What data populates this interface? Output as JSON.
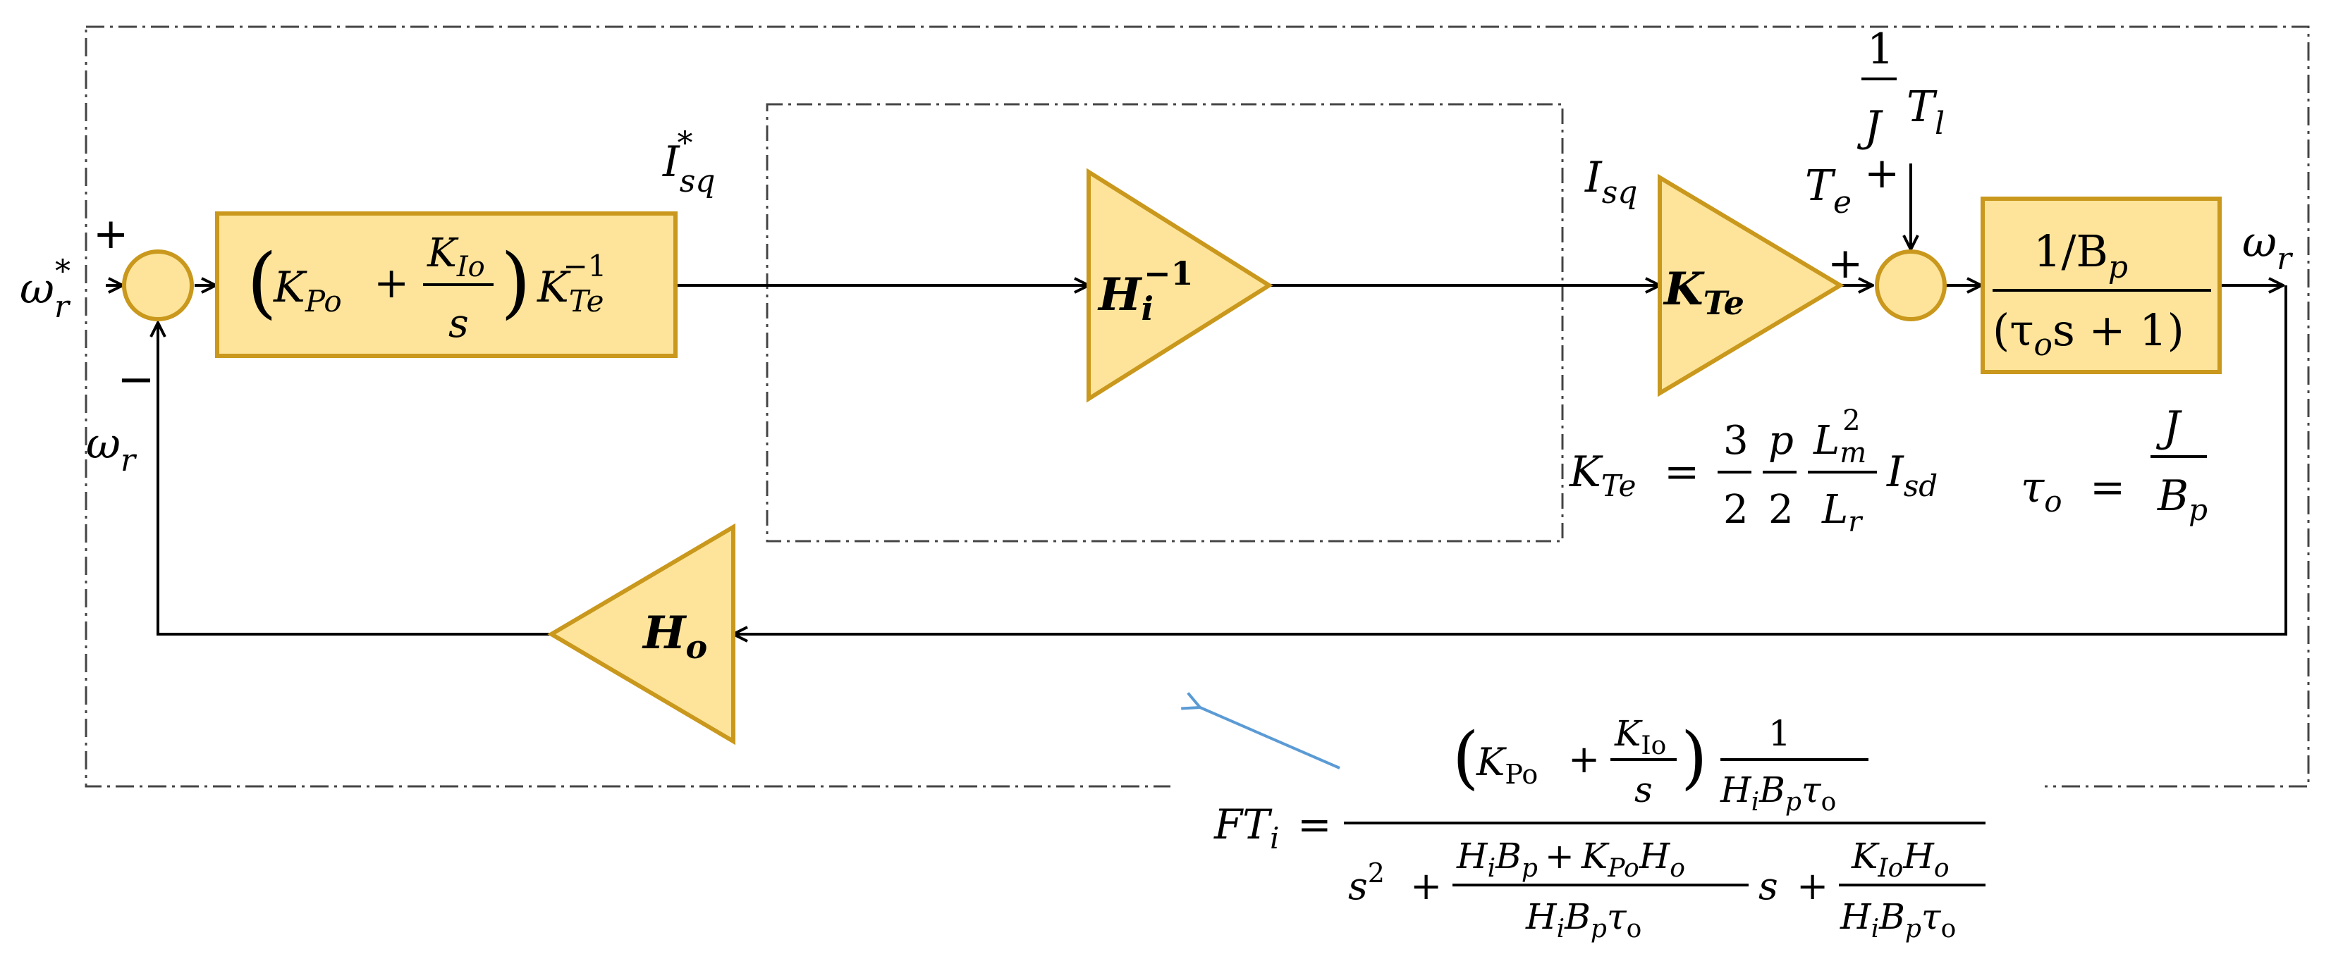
{
  "colors": {
    "block_fill": "#fde49a",
    "block_stroke": "#c9981c",
    "line": "#000000",
    "arrow_annotation": "#5b9bd5",
    "dashed_border": "#444444",
    "background": "#ffffff"
  },
  "diagram": {
    "type": "closed-loop speed control block diagram",
    "signals": {
      "reference_speed": {
        "base": "ω",
        "sub": "r",
        "sup": "*"
      },
      "feedback_speed": {
        "base": "ω",
        "sub": "r"
      },
      "output_speed": {
        "base": "ω",
        "sub": "r"
      },
      "current_ref": {
        "base": "I",
        "sub": "sq",
        "sup": "*"
      },
      "current": {
        "base": "I",
        "sub": "sq"
      },
      "torque": {
        "base": "T",
        "sub": "e"
      },
      "load_torque": {
        "num": "1",
        "den": "J",
        "base": "T",
        "sub": "l"
      }
    },
    "signs": {
      "sum1_plus": "+",
      "sum1_minus": "−",
      "sum2_plus_left": "+",
      "sum2_plus_top": "+"
    },
    "blocks": {
      "pi_controller": {
        "kpo": "K",
        "kpo_sub": "Po",
        "plus": "+",
        "kio": "K",
        "kio_sub": "Io",
        "s": "s",
        "kte": "K",
        "kte_sub": "Te",
        "kte_sup": "−1"
      },
      "inverse_current_gain": {
        "base": "H",
        "sub": "i",
        "sup": "−1"
      },
      "torque_gain": {
        "base": "K",
        "sub": "Te"
      },
      "mechanical_plant": {
        "num": "1/B",
        "num_sub": "p",
        "den_open": "(τ",
        "den_sub": "o",
        "den_rest": "s + 1)"
      },
      "speed_sensor": {
        "base": "H",
        "sub": "o"
      }
    },
    "equations": {
      "kte_def": {
        "lhs": "K",
        "lhs_sub": "Te",
        "eq": "=",
        "f1_num": "3",
        "f1_den": "2",
        "f2_num": "p",
        "f2_den": "2",
        "f3_num": "L",
        "f3_num_sub": "m",
        "f3_num_sup": "2",
        "f3_den": "L",
        "f3_den_sub": "r",
        "tail": "I",
        "tail_sub": "sd"
      },
      "tau_def": {
        "lhs": "τ",
        "lhs_sub": "o",
        "eq": "=",
        "num": "J",
        "den": "B",
        "den_sub": "p"
      },
      "transfer_function": {
        "lhs": "FT",
        "lhs_sub": "i",
        "eq": "=",
        "num_kpo": "K",
        "num_kpo_sub": "Po",
        "num_plus": "+",
        "num_kio": "K",
        "num_kio_sub": "Io",
        "num_s": "s",
        "num_one": "1",
        "num_den_h": "H",
        "num_den_h_sub": "i",
        "num_den_b": "B",
        "num_den_b_sub": "p",
        "num_den_tau": "τ",
        "num_den_tau_sub": "o",
        "den_s2": "s",
        "den_s2_sup": "2",
        "den_plus1": "+",
        "den_f1_num": "H",
        "den_f1_num_sub": "i",
        "den_f1_num_b": "B",
        "den_f1_num_b_sub": "p",
        "den_f1_num_plus": "+",
        "den_f1_num_k": "K",
        "den_f1_num_k_sub": "Po",
        "den_f1_num_h": "H",
        "den_f1_num_h_sub": "o",
        "den_f1_den": "H",
        "den_f1_den_sub": "i",
        "den_f1_den_b": "B",
        "den_f1_den_b_sub": "p",
        "den_f1_den_tau": "τ",
        "den_f1_den_tau_sub": "o",
        "den_s": "s",
        "den_plus2": "+",
        "den_f2_num": "K",
        "den_f2_num_sub": "Io",
        "den_f2_num_h": "H",
        "den_f2_num_h_sub": "o",
        "den_f2_den": "H",
        "den_f2_den_sub": "i",
        "den_f2_den_b": "B",
        "den_f2_den_b_sub": "p",
        "den_f2_den_tau": "τ",
        "den_f2_den_tau_sub": "o"
      }
    }
  }
}
